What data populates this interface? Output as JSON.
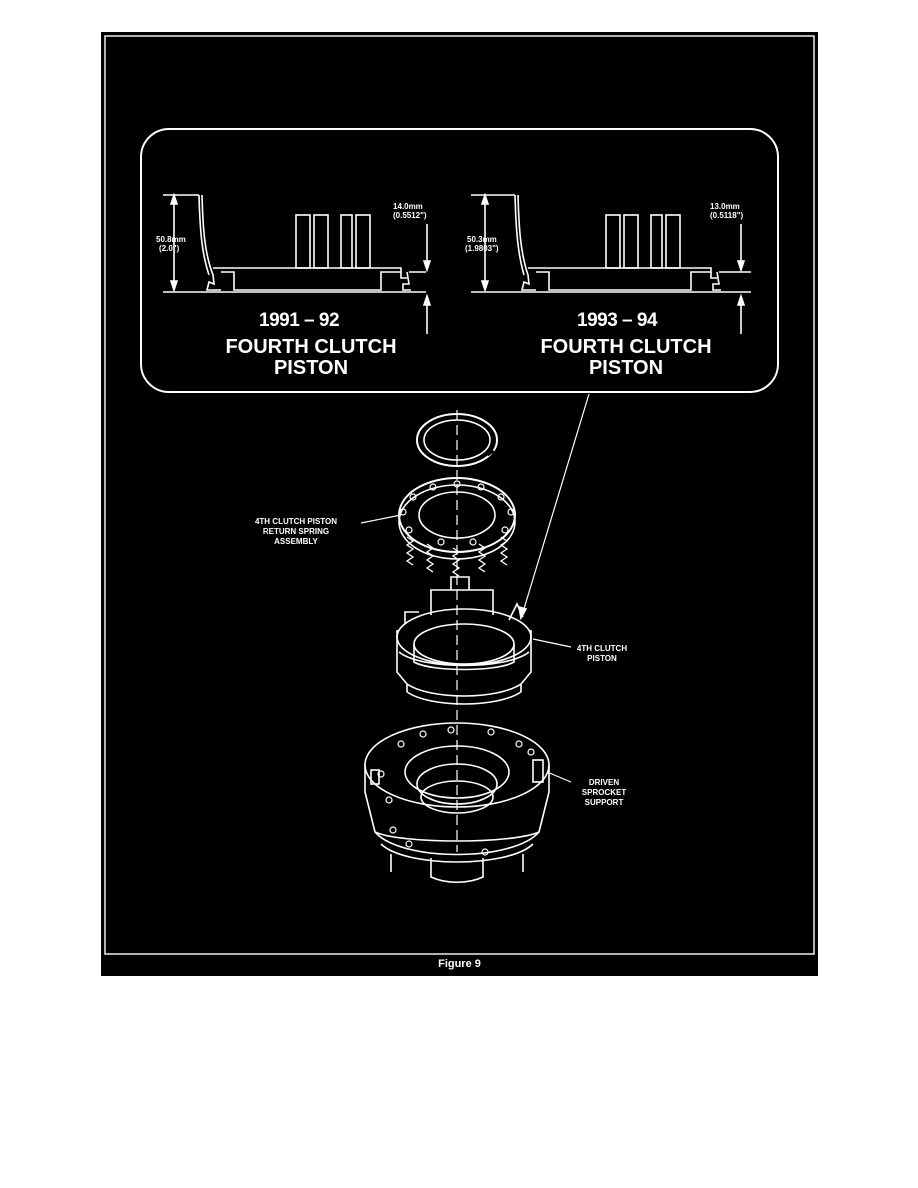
{
  "inset": {
    "left": {
      "years": "1991 – 92",
      "title_line1": "FOURTH CLUTCH",
      "title_line2": "PISTON",
      "height_mm": "50.8mm",
      "height_in": "(2.0\")",
      "depth_mm": "14.0mm",
      "depth_in": "(0.5512\")"
    },
    "right": {
      "years": "1993 – 94",
      "title_line1": "FOURTH CLUTCH",
      "title_line2": "PISTON",
      "height_mm": "50.3mm",
      "height_in": "(1.9803\")",
      "depth_mm": "13.0mm",
      "depth_in": "(0.5118\")"
    }
  },
  "callouts": {
    "spring_line1": "4TH CLUTCH PISTON",
    "spring_line2": "RETURN SPRING",
    "spring_line3": "ASSEMBLY",
    "piston_line1": "4TH CLUTCH",
    "piston_line2": "PISTON",
    "support_line1": "DRIVEN",
    "support_line2": "SPROCKET",
    "support_line3": "SUPPORT"
  },
  "caption": "Figure 9",
  "colors": {
    "background": "#000000",
    "ink": "#ffffff",
    "page": "#ffffff"
  }
}
